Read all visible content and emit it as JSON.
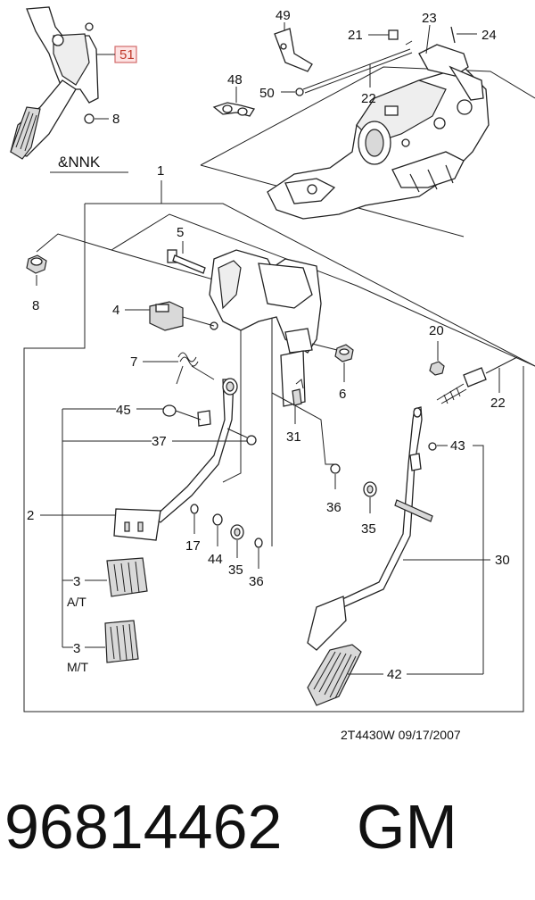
{
  "header_title": "&NNK",
  "callouts": {
    "c51": "51",
    "c8a": "8",
    "c49": "49",
    "c21": "21",
    "c23": "23",
    "c24": "24",
    "c48": "48",
    "c50": "50",
    "c22a": "22",
    "c1": "1",
    "c8b": "8",
    "c5": "5",
    "c4": "4",
    "c7": "7",
    "c20": "20",
    "c22b": "22",
    "c6": "6",
    "c45": "45",
    "c37": "37",
    "c31": "31",
    "c43": "43",
    "c2": "2",
    "c36a": "36",
    "c35a": "35",
    "c30": "30",
    "c17": "17",
    "c44": "44",
    "c35b": "35",
    "c36b": "36",
    "c3a": "3",
    "c3b": "3",
    "c42": "42"
  },
  "variants": {
    "at": "A/T",
    "mt": "M/T"
  },
  "diagram_code": "2T4430W  09/17/2007",
  "part_number": "96814462",
  "brand": "GM",
  "colors": {
    "highlight": "#d26b6b",
    "line": "#222222"
  }
}
